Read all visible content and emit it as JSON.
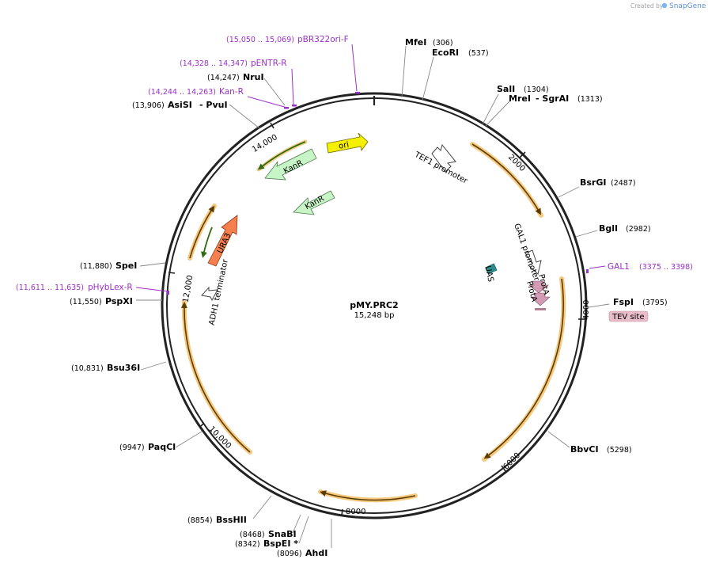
{
  "watermark": {
    "prefix": "Created by",
    "brand": "SnapGene"
  },
  "plasmid": {
    "name": "pMY.PRC2",
    "length": "15,248 bp"
  },
  "enzymes": [
    {
      "name": "MfeI",
      "pos": "(306)"
    },
    {
      "name": "EcoRI",
      "pos": "(537)"
    },
    {
      "name": "SalI",
      "pos": "(1304)"
    },
    {
      "name": "MreI",
      "name2": "- SgrAI",
      "pos": "(1313)"
    },
    {
      "name": "BsrGI",
      "pos": "(2487)"
    },
    {
      "name": "BglI",
      "pos": "(2982)"
    },
    {
      "name": "FspI",
      "pos": "(3795)"
    },
    {
      "name": "BbvCI",
      "pos": "(5298)"
    },
    {
      "name": "AhdI",
      "pos": "(8096)"
    },
    {
      "name": "BspEI *",
      "pos": "(8342)"
    },
    {
      "name": "SnaBI",
      "pos": "(8468)"
    },
    {
      "name": "BssHII",
      "pos": "(8854)"
    },
    {
      "name": "PaqCI",
      "pos": "(9947)"
    },
    {
      "name": "Bsu36I",
      "pos": "(10,831)"
    },
    {
      "name": "PspXI",
      "pos": "(11,550)"
    },
    {
      "name": "SpeI",
      "pos": "(11,880)"
    },
    {
      "name": "AsiSI",
      "name2": "- PvuI",
      "pos": "(13,906)"
    },
    {
      "name": "NruI",
      "pos": "(14,247)"
    }
  ],
  "primers": [
    {
      "name": "pBR322ori-F",
      "range": "(15,050 .. 15,069)"
    },
    {
      "name": "pENTR-R",
      "range": "(14,328 .. 14,347)"
    },
    {
      "name": "Kan-R",
      "range": "(14,244 .. 14,263)"
    },
    {
      "name": "GAL1",
      "range": "(3375 .. 3398)"
    },
    {
      "name": "pHybLex-R",
      "range": "(11,611 .. 11,635)"
    }
  ],
  "ticks": [
    "2000",
    "4000",
    "6000",
    "8000",
    "10,000",
    "12,000",
    "14,000"
  ],
  "features": {
    "ori": "ori",
    "kanr1": "KanR",
    "kanr2": "KanR",
    "tef1": "TEF1 promoter",
    "gal1": "GAL1 promoter",
    "uas": "UAS",
    "prota1": "ProtA",
    "prota2": "ProtA",
    "ura3": "URA3",
    "adh1": "ADH1 terminator",
    "tev": "TEV site"
  },
  "colors": {
    "backbone": "#222222",
    "primer": "#9b30c8",
    "ori": "#f5f000",
    "kanr": "#c8f5c8",
    "ura3": "#f57f4f",
    "protA": "#d39cb4",
    "uas": "#2e8b8b",
    "orf": "#f5c06a",
    "tev": "#e8bcc8"
  }
}
